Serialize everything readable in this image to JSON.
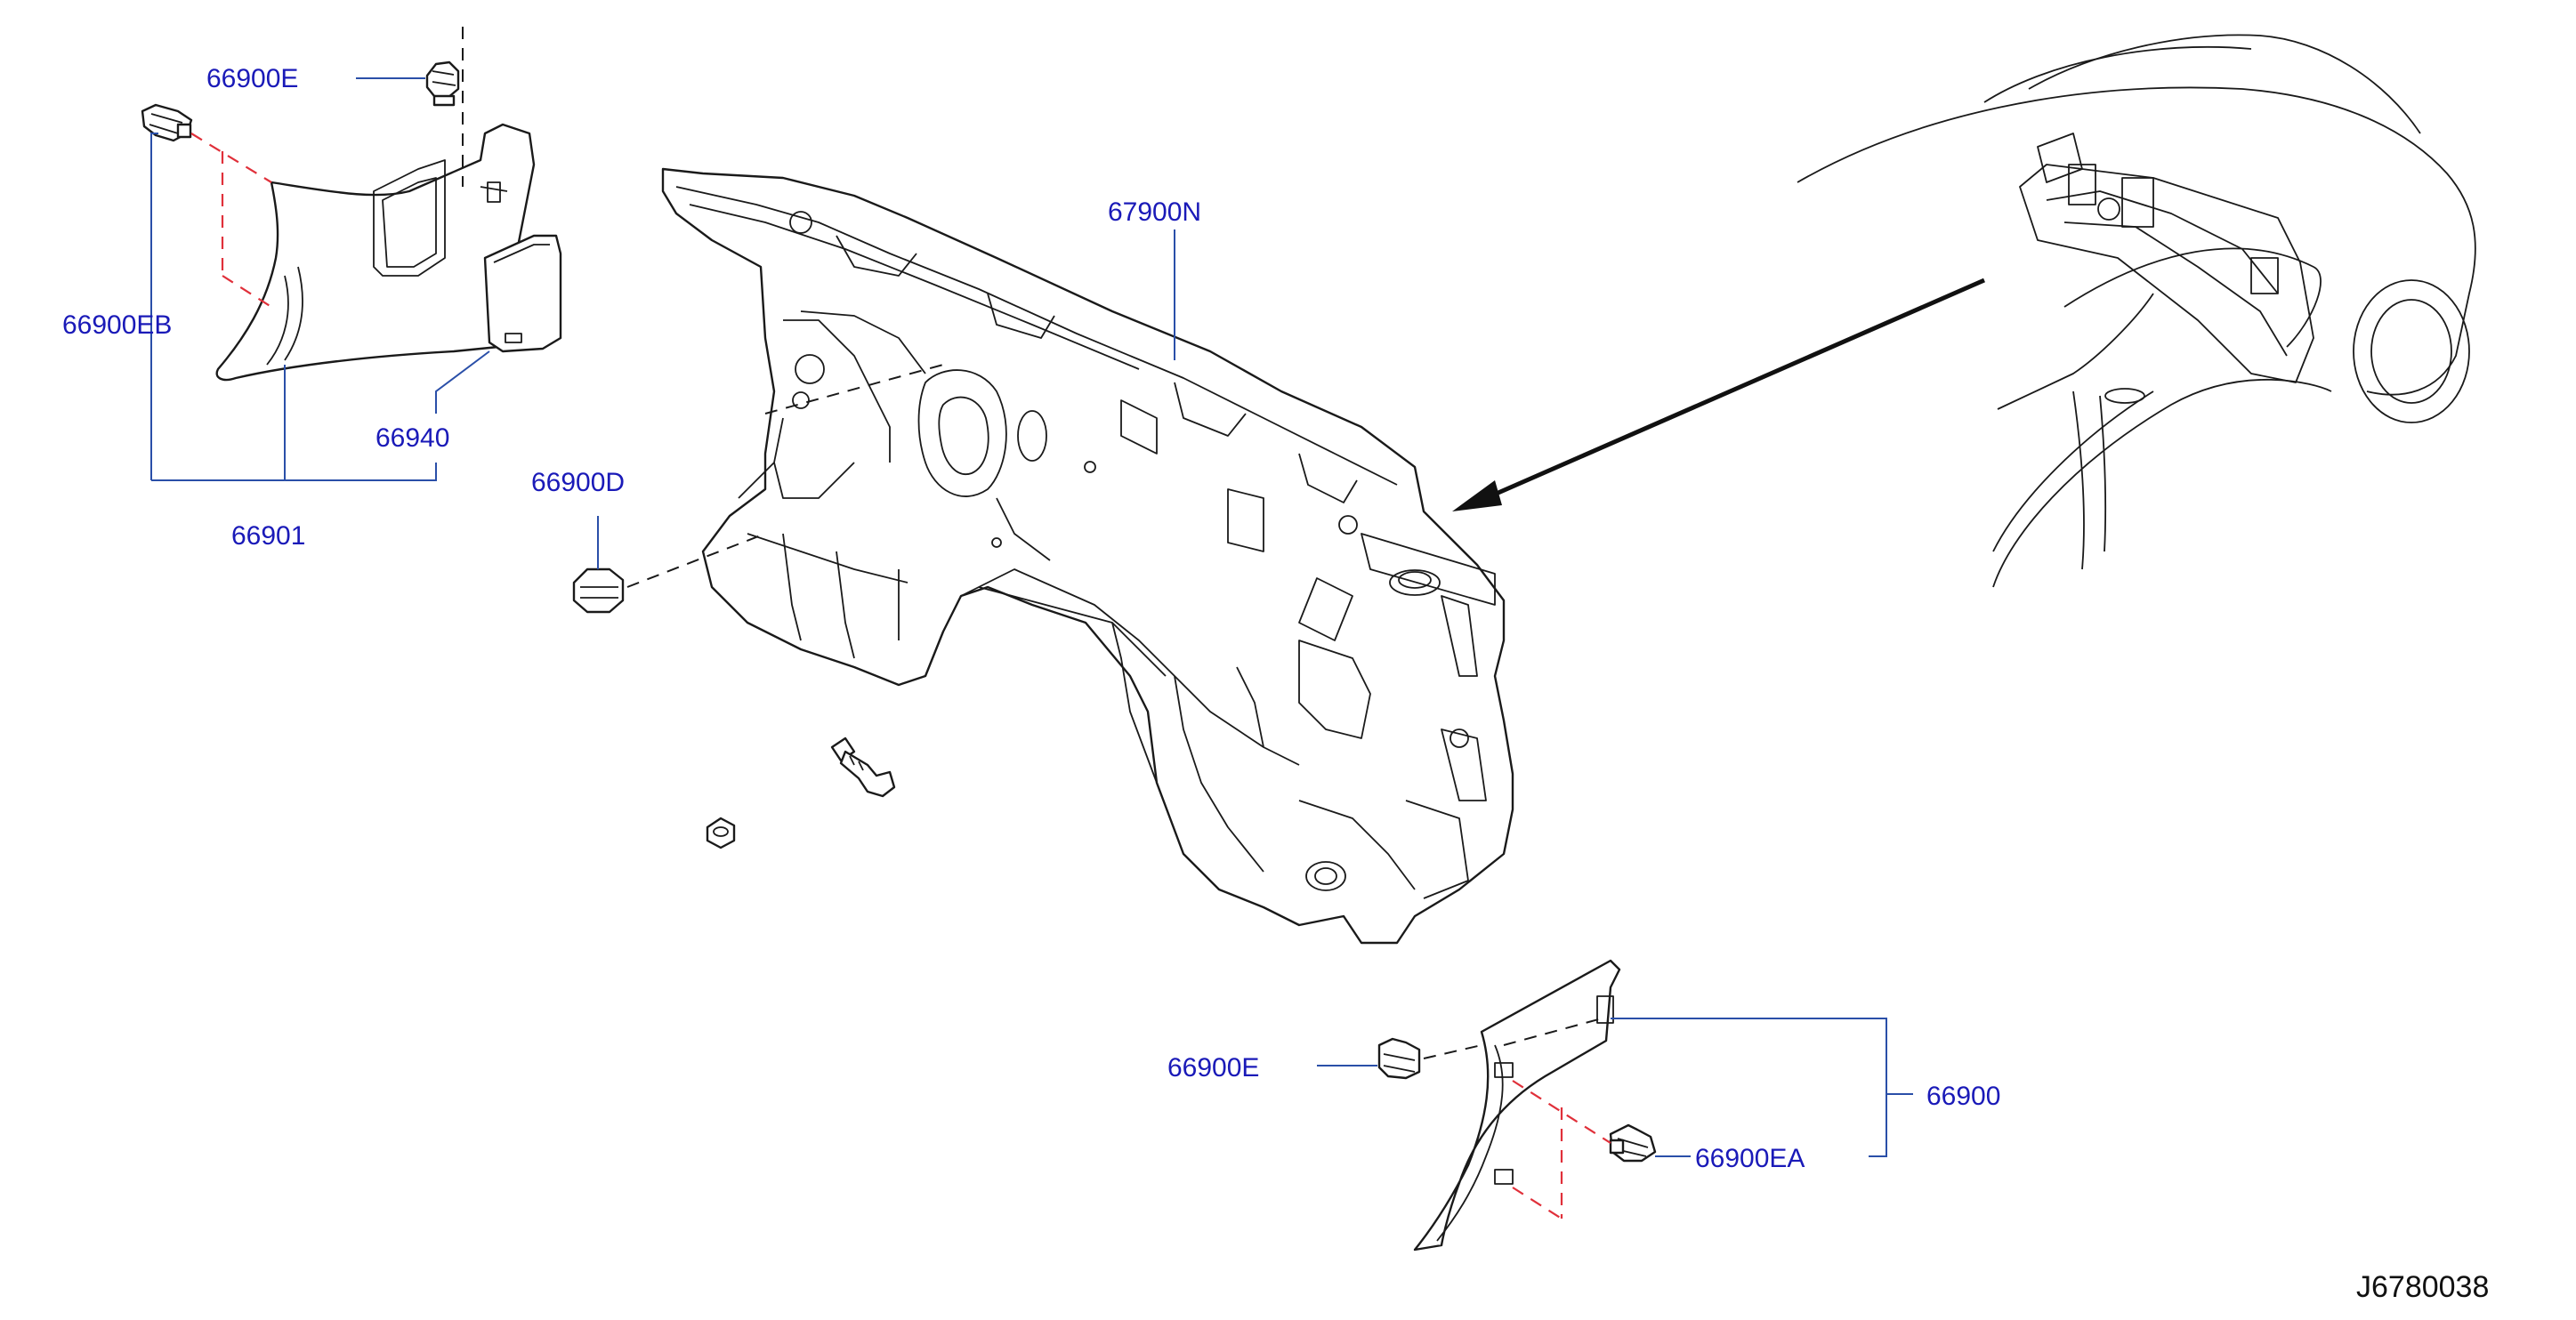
{
  "drawing_code": "J6780038",
  "callouts": [
    {
      "id": "c1",
      "part": "66900E"
    },
    {
      "id": "c2",
      "part": "66900EB"
    },
    {
      "id": "c3",
      "part": "66940"
    },
    {
      "id": "c4",
      "part": "66901"
    },
    {
      "id": "c5",
      "part": "66900D"
    },
    {
      "id": "c6",
      "part": "67900N"
    },
    {
      "id": "c7",
      "part": "66900E"
    },
    {
      "id": "c8",
      "part": "66900"
    },
    {
      "id": "c9",
      "part": "66900EA"
    }
  ],
  "colors": {
    "label": "#1a1ab8",
    "leader": "#2a4fa8",
    "linework": "#1a1a1a",
    "alignment_dash": "#e0303a"
  }
}
